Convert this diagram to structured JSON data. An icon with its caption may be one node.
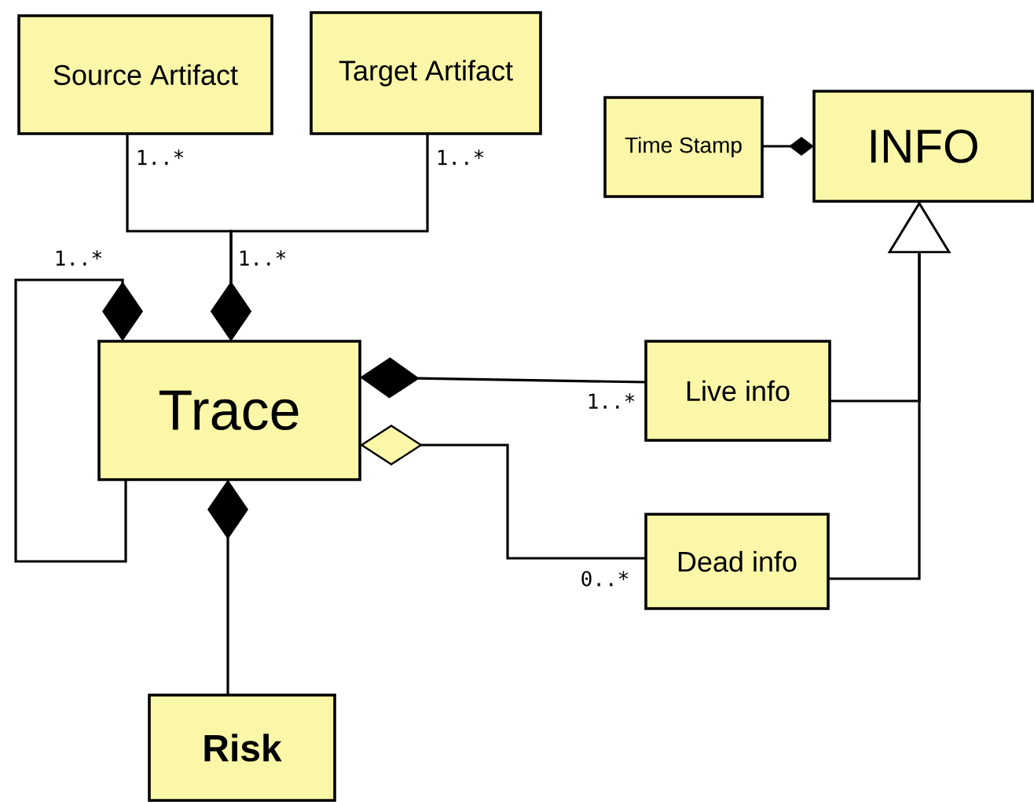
{
  "diagram": {
    "nodes": [
      {
        "text": [
          "Source Artifact"
        ]
      },
      {
        "text": [
          "Target Artifact"
        ]
      },
      {
        "text": [
          "Time Stamp"
        ]
      },
      {
        "text": [
          "INFO"
        ]
      },
      {
        "text": [
          "Trace"
        ]
      },
      {
        "text": [
          "Live info"
        ]
      },
      {
        "text": [
          "Dead info"
        ]
      },
      {
        "text": [
          "Risk"
        ]
      }
    ],
    "edges": [
      {
        "from": 4,
        "to": 0,
        "arrow": "other",
        "label": "1..*"
      },
      {
        "from": 4,
        "to": 1,
        "arrow": "other",
        "label": "1..*"
      },
      {
        "from": 4,
        "to": 4,
        "arrow": "other",
        "label": "1..*"
      },
      {
        "from": 4,
        "to": 5,
        "arrow": "other",
        "label": "1..*"
      },
      {
        "from": 4,
        "to": 6,
        "arrow": "other",
        "label": "0..*"
      },
      {
        "from": 4,
        "to": 7,
        "arrow": "other"
      },
      {
        "from": 3,
        "to": 2,
        "arrow": "other"
      },
      {
        "from": 5,
        "to": 3,
        "arrow": "to"
      },
      {
        "from": 6,
        "to": 3,
        "arrow": "to"
      }
    ],
    "labels": [
      "1..*"
    ]
  }
}
